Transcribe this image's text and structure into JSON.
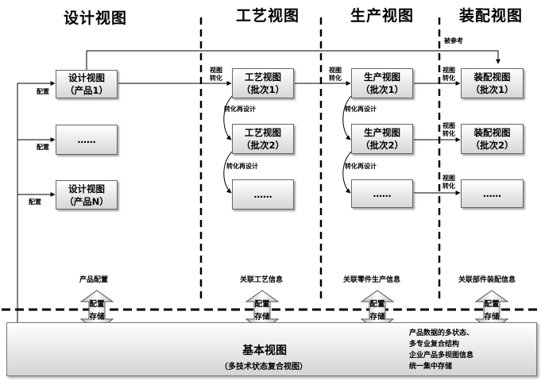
{
  "headers": {
    "design": "设计视图",
    "process": "工艺视图",
    "production": "生产视图",
    "assembly": "装配视图"
  },
  "design_boxes": [
    {
      "line1": "设计视图",
      "line2": "（产品1）"
    },
    {
      "line1": "……",
      "line2": ""
    },
    {
      "line1": "设计视图",
      "line2": "（产品N）"
    }
  ],
  "process_boxes": [
    {
      "line1": "工艺视图",
      "line2": "（批次1）"
    },
    {
      "line1": "工艺视图",
      "line2": "（批次2）"
    },
    {
      "line1": "……",
      "line2": ""
    }
  ],
  "production_boxes": [
    {
      "line1": "生产视图",
      "line2": "（批次1）"
    },
    {
      "line1": "生产视图",
      "line2": "（批次2）"
    },
    {
      "line1": "……",
      "line2": ""
    }
  ],
  "assembly_boxes": [
    {
      "line1": "装配视图",
      "line2": "（批次1）"
    },
    {
      "line1": "装配视图",
      "line2": "（批次2）"
    },
    {
      "line1": "……",
      "line2": ""
    }
  ],
  "labels": {
    "config": "配置",
    "view_transform_1": "视图",
    "view_transform_2": "转化",
    "redesign": "转化再设计",
    "referenced": "被参考"
  },
  "footer_labels": {
    "design": "产品配置",
    "process": "关联工艺信息",
    "production": "关联零件生产信息",
    "assembly": "关联部件装配信息"
  },
  "arrow_text": {
    "line1": "配置",
    "line2": "存储"
  },
  "base_view": {
    "title": "基本视图",
    "subtitle": "（多技术状态复合视图）",
    "notes": [
      "产品数据的多状态、",
      "多专业复合结构",
      "企业产品多视图信息",
      "统一集中存储"
    ]
  }
}
